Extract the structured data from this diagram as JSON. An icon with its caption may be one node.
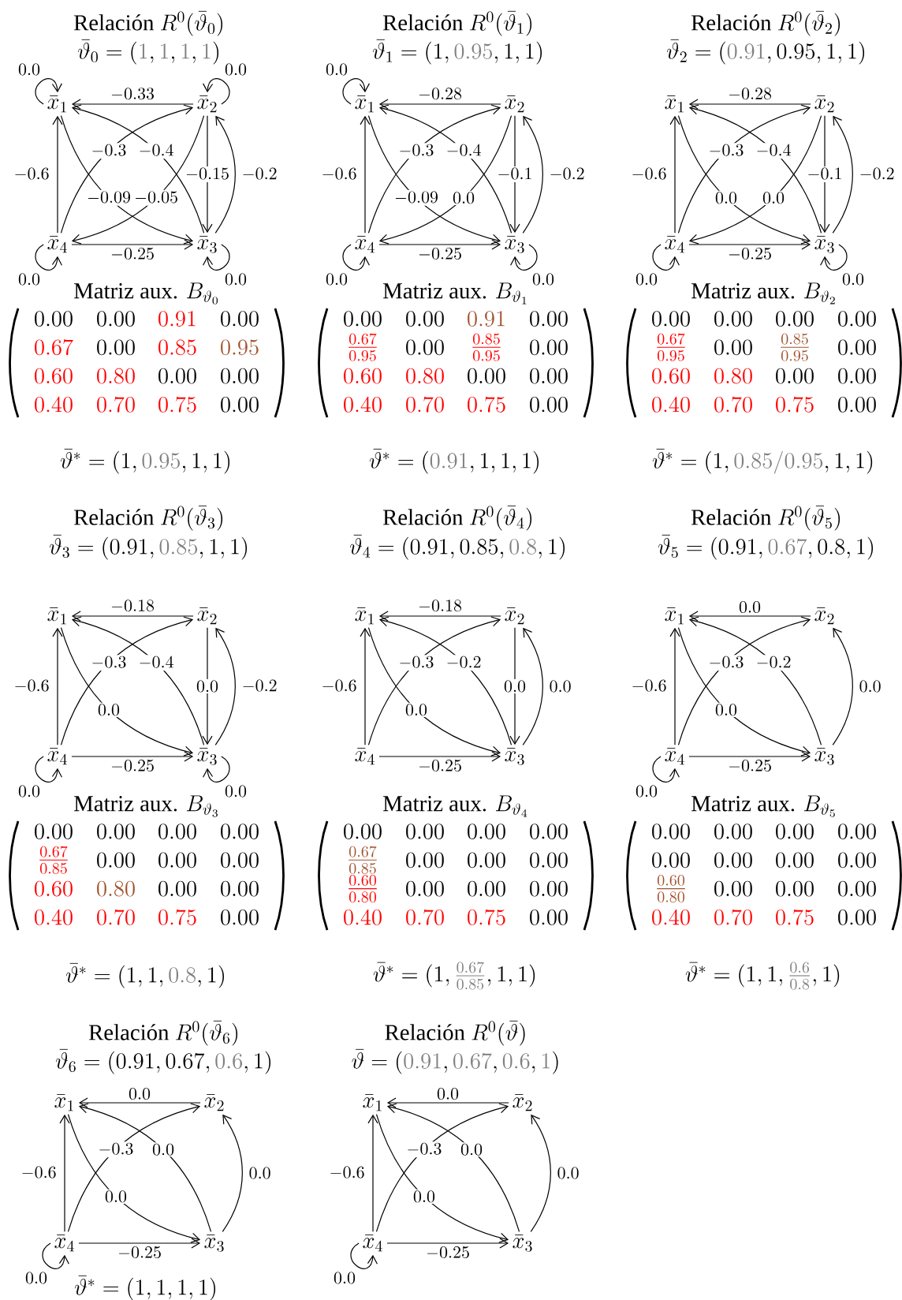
{
  "diagram": {
    "nodes": [
      {
        "text": [
          "\\bar{x}_1"
        ]
      },
      {
        "text": [
          "\\bar{x}_2"
        ]
      },
      {
        "text": [
          "\\bar{x}_4"
        ]
      },
      {
        "text": [
          "\\bar{x}_3"
        ]
      },
      {
        "text": [
          "\\bar{x}_1"
        ]
      },
      {
        "text": [
          "\\bar{x}_2"
        ]
      },
      {
        "text": [
          "\\bar{x}_4"
        ]
      },
      {
        "text": [
          "\\bar{x}_3"
        ]
      },
      {
        "text": [
          "\\bar{x}_1"
        ]
      },
      {
        "text": [
          "\\bar{x}_2"
        ]
      },
      {
        "text": [
          "\\bar{x}_4"
        ]
      },
      {
        "text": [
          "\\bar{x}_3"
        ]
      },
      {
        "text": [
          "\\bar{x}_1"
        ]
      },
      {
        "text": [
          "\\bar{x}_2"
        ]
      },
      {
        "text": [
          "\\bar{x}_4"
        ]
      },
      {
        "text": [
          "\\bar{x}_3"
        ]
      },
      {
        "text": [
          "\\bar{x}_1"
        ]
      },
      {
        "text": [
          "\\bar{x}_2"
        ]
      },
      {
        "text": [
          "\\bar{x}_4"
        ]
      },
      {
        "text": [
          "\\bar{x}_3"
        ]
      },
      {
        "text": [
          "\\bar{x}_1"
        ]
      },
      {
        "text": [
          "\\bar{x}_2"
        ]
      },
      {
        "text": [
          "\\bar{x}_4"
        ]
      },
      {
        "text": [
          "\\bar{x}_3"
        ]
      },
      {
        "text": [
          "\\bar{x}_1"
        ]
      },
      {
        "text": [
          "\\bar{x}_2"
        ]
      },
      {
        "text": [
          "\\bar{x}_4"
        ]
      },
      {
        "text": [
          "\\bar{x}_3"
        ]
      },
      {
        "text": [
          "\\bar{x}_1"
        ]
      },
      {
        "text": [
          "\\bar{x}_2"
        ]
      },
      {
        "text": [
          "\\bar{x}_4"
        ]
      },
      {
        "text": [
          "\\bar{x}_3"
        ]
      }
    ],
    "edges": [
      {
        "from": 0,
        "to": 0,
        "arrow": "to",
        "label": "0.0"
      },
      {
        "from": 1,
        "to": 1,
        "arrow": "to",
        "label": "0.0"
      },
      {
        "from": 2,
        "to": 2,
        "arrow": "to",
        "label": "0.0"
      },
      {
        "from": 3,
        "to": 3,
        "arrow": "to",
        "label": "0.0"
      },
      {
        "from": 1,
        "to": 0,
        "arrow": "to",
        "label": "-0.33"
      },
      {
        "from": 2,
        "to": 0,
        "arrow": "to",
        "label": "-0.6"
      },
      {
        "from": 1,
        "to": 3,
        "arrow": "to",
        "label": "-0.15"
      },
      {
        "from": 3,
        "to": 1,
        "arrow": "to",
        "label": "-0.2"
      },
      {
        "from": 2,
        "to": 3,
        "arrow": "to",
        "label": "-0.25"
      },
      {
        "from": 2,
        "to": 1,
        "arrow": "to",
        "label": "-0.3"
      },
      {
        "from": 3,
        "to": 0,
        "arrow": "to",
        "label": "-0.4"
      },
      {
        "from": 0,
        "to": 3,
        "arrow": "to",
        "label": "-0.09"
      },
      {
        "from": 1,
        "to": 2,
        "arrow": "to",
        "label": "-0.05"
      },
      {
        "from": 4,
        "to": 4,
        "arrow": "to",
        "label": "0.0"
      },
      {
        "from": 6,
        "to": 6,
        "arrow": "to",
        "label": "0.0"
      },
      {
        "from": 7,
        "to": 7,
        "arrow": "to",
        "label": "0.0"
      },
      {
        "from": 5,
        "to": 4,
        "arrow": "to",
        "label": "-0.28"
      },
      {
        "from": 6,
        "to": 4,
        "arrow": "to",
        "label": "-0.6"
      },
      {
        "from": 5,
        "to": 7,
        "arrow": "to",
        "label": "-0.1"
      },
      {
        "from": 7,
        "to": 5,
        "arrow": "to",
        "label": "-0.2"
      },
      {
        "from": 6,
        "to": 7,
        "arrow": "to",
        "label": "-0.25"
      },
      {
        "from": 6,
        "to": 5,
        "arrow": "to",
        "label": "-0.3"
      },
      {
        "from": 7,
        "to": 4,
        "arrow": "to",
        "label": "-0.4"
      },
      {
        "from": 4,
        "to": 7,
        "arrow": "to",
        "label": "-0.09"
      },
      {
        "from": 5,
        "to": 6,
        "arrow": "to",
        "label": "0.0"
      },
      {
        "from": 10,
        "to": 10,
        "arrow": "to",
        "label": "0.0"
      },
      {
        "from": 11,
        "to": 11,
        "arrow": "to",
        "label": "0.0"
      },
      {
        "from": 9,
        "to": 8,
        "arrow": "to",
        "label": "-0.28"
      },
      {
        "from": 10,
        "to": 8,
        "arrow": "to",
        "label": "-0.6"
      },
      {
        "from": 9,
        "to": 11,
        "arrow": "to",
        "label": "-0.1"
      },
      {
        "from": 11,
        "to": 9,
        "arrow": "to",
        "label": "-0.2"
      },
      {
        "from": 10,
        "to": 11,
        "arrow": "to",
        "label": "-0.25"
      },
      {
        "from": 10,
        "to": 9,
        "arrow": "to",
        "label": "-0.3"
      },
      {
        "from": 11,
        "to": 8,
        "arrow": "to",
        "label": "-0.4"
      },
      {
        "from": 8,
        "to": 11,
        "arrow": "to",
        "label": "0.0"
      },
      {
        "from": 9,
        "to": 10,
        "arrow": "to",
        "label": "0.0"
      },
      {
        "from": 14,
        "to": 14,
        "arrow": "to",
        "label": "0.0"
      },
      {
        "from": 15,
        "to": 15,
        "arrow": "to",
        "label": "0.0"
      },
      {
        "from": 13,
        "to": 12,
        "arrow": "to",
        "label": "-0.18"
      },
      {
        "from": 14,
        "to": 12,
        "arrow": "to",
        "label": "-0.6"
      },
      {
        "from": 13,
        "to": 15,
        "arrow": "to",
        "label": "0.0"
      },
      {
        "from": 15,
        "to": 13,
        "arrow": "to",
        "label": "-0.2"
      },
      {
        "from": 14,
        "to": 15,
        "arrow": "to",
        "label": "-0.25"
      },
      {
        "from": 14,
        "to": 13,
        "arrow": "to",
        "label": "-0.3"
      },
      {
        "from": 15,
        "to": 12,
        "arrow": "to",
        "label": "-0.4"
      },
      {
        "from": 12,
        "to": 15,
        "arrow": "to",
        "label": "0.0"
      },
      {
        "from": 17,
        "to": 16,
        "arrow": "to",
        "label": "-0.18"
      },
      {
        "from": 18,
        "to": 16,
        "arrow": "to",
        "label": "-0.6"
      },
      {
        "from": 17,
        "to": 19,
        "arrow": "to",
        "label": "0.0"
      },
      {
        "from": 19,
        "to": 17,
        "arrow": "to",
        "label": "0.0"
      },
      {
        "from": 18,
        "to": 19,
        "arrow": "to",
        "label": "-0.25"
      },
      {
        "from": 18,
        "to": 17,
        "arrow": "to",
        "label": "-0.3"
      },
      {
        "from": 19,
        "to": 16,
        "arrow": "to",
        "label": "-0.2"
      },
      {
        "from": 16,
        "to": 19,
        "arrow": "to",
        "label": "0.0"
      },
      {
        "from": 22,
        "to": 22,
        "arrow": "to",
        "label": "0.0"
      },
      {
        "from": 21,
        "to": 20,
        "arrow": "to",
        "label": "0.0"
      },
      {
        "from": 22,
        "to": 20,
        "arrow": "to",
        "label": "-0.6"
      },
      {
        "from": 23,
        "to": 21,
        "arrow": "to",
        "label": "0.0"
      },
      {
        "from": 22,
        "to": 23,
        "arrow": "to",
        "label": "-0.25"
      },
      {
        "from": 22,
        "to": 21,
        "arrow": "to",
        "label": "-0.3"
      },
      {
        "from": 23,
        "to": 20,
        "arrow": "to",
        "label": "-0.2"
      },
      {
        "from": 20,
        "to": 23,
        "arrow": "to",
        "label": "0.0"
      },
      {
        "from": 26,
        "to": 26,
        "arrow": "to",
        "label": "0.0"
      },
      {
        "from": 25,
        "to": 24,
        "arrow": "to",
        "label": "0.0"
      },
      {
        "from": 26,
        "to": 24,
        "arrow": "to",
        "label": "-0.6"
      },
      {
        "from": 27,
        "to": 25,
        "arrow": "to",
        "label": "0.0"
      },
      {
        "from": 26,
        "to": 27,
        "arrow": "to",
        "label": "-0.25"
      },
      {
        "from": 26,
        "to": 25,
        "arrow": "to",
        "label": "-0.3"
      },
      {
        "from": 27,
        "to": 24,
        "arrow": "to",
        "label": "0.0"
      },
      {
        "from": 24,
        "to": 27,
        "arrow": "to",
        "label": "0.0"
      },
      {
        "from": 30,
        "to": 30,
        "arrow": "to",
        "label": "0.0"
      },
      {
        "from": 29,
        "to": 28,
        "arrow": "to",
        "label": "0.0"
      },
      {
        "from": 30,
        "to": 28,
        "arrow": "to",
        "label": "-0.6"
      },
      {
        "from": 31,
        "to": 29,
        "arrow": "to",
        "label": "0.0"
      },
      {
        "from": 30,
        "to": 31,
        "arrow": "to",
        "label": "-0.25"
      },
      {
        "from": 30,
        "to": 29,
        "arrow": "to",
        "label": "-0.3"
      },
      {
        "from": 31,
        "to": 28,
        "arrow": "to",
        "label": "0.0"
      },
      {
        "from": 28,
        "to": 31,
        "arrow": "to",
        "label": "0.0"
      }
    ],
    "labels": [
      "\\text{Relación } R^0(\\bar{\\vartheta}_0)",
      "\\bar{\\vartheta}_0 = ({\\color{gray}1}, {\\color{gray}1}, {\\color{gray}1}, {\\color{gray}1})",
      "\\text{Matriz aux. } B_{\\vartheta_0}",
      "0.00",
      "0.00",
      "0.91",
      "0.00",
      "0.67",
      "0.00",
      "0.85",
      "0.95",
      "0.60",
      "0.80",
      "0.00",
      "0.00",
      "0.40",
      "0.70",
      "0.75",
      "0.00",
      "\\bar{\\vartheta}^* = (1, {\\color{gray}0.95}, 1, 1)",
      "\\text{Relación } R^0(\\bar{\\vartheta}_1)",
      "\\bar{\\vartheta}_1 = (1, {\\color{gray}0.95}, 1, 1)",
      "\\text{Matriz aux. } B_{\\vartheta_1}",
      "0.00",
      "0.00",
      "0.91",
      "0.00",
      "\\frac{0.67}{0.95}",
      "0.00",
      "\\frac{0.85}{0.95}",
      "0.00",
      "0.60",
      "0.80",
      "0.00",
      "0.00",
      "0.40",
      "0.70",
      "0.75",
      "0.00",
      "\\bar{\\vartheta}^* = ({\\color{gray}0.91}, 1, 1, 1)",
      "\\text{Relación } R^0(\\bar{\\vartheta}_2)",
      "\\bar{\\vartheta}_2 = ({\\color{gray}0.91}, 0.95, 1, 1)",
      "\\text{Matriz aux. } B_{\\vartheta_2}",
      "0.00",
      "0.00",
      "0.00",
      "0.00",
      "\\frac{0.67}{0.95}",
      "0.00",
      "\\frac{0.85}{0.95}",
      "0.00",
      "0.60",
      "0.80",
      "0.00",
      "0.00",
      "0.40",
      "0.70",
      "0.75",
      "0.00",
      "\\bar{\\vartheta}^* = (1, {\\color{gray}0.85/0.95}, 1, 1)",
      "\\text{Relación } R^0(\\bar{\\vartheta}_3)",
      "\\bar{\\vartheta}_3 = (0.91, {\\color{gray}0.85}, 1, 1)",
      "\\text{Matriz aux. } B_{\\vartheta_3}",
      "0.00",
      "0.00",
      "0.00",
      "0.00",
      "\\frac{0.67}{0.85}",
      "0.00",
      "0.00",
      "0.00",
      "0.60",
      "0.80",
      "0.00",
      "0.00",
      "0.40",
      "0.70",
      "0.75",
      "0.00",
      "\\bar{\\vartheta}^* = (1, 1, {\\color{gray}0.8}, 1)",
      "\\text{Relación } R^0(\\bar{\\vartheta}_4)",
      "\\bar{\\vartheta}_4 = (0.91, 0.85, {\\color{gray}0.8}, 1)",
      "\\text{Matriz aux. } B_{\\vartheta_4}",
      "0.00",
      "0.00",
      "0.00",
      "0.00",
      "\\frac{0.67}{0.85}",
      "0.00",
      "0.00",
      "0.00",
      "\\frac{0.60}{0.80}",
      "0.00",
      "0.00",
      "0.00",
      "0.40",
      "0.70",
      "0.75",
      "0.00",
      "\\bar{\\vartheta}^* = (1, {\\color{gray}\\frac{0.67}{0.85}}, 1, 1)",
      "\\text{Relación } R^0(\\bar{\\vartheta}_5)",
      "\\bar{\\vartheta}_5 = (0.91, {\\color{gray}0.67}, 0.8, 1)",
      "\\text{Matriz aux. } B_{\\vartheta_5}",
      "0.00",
      "0.00",
      "0.00",
      "0.00",
      "0.00",
      "0.00",
      "0.00",
      "0.00",
      "\\frac{0.60}{0.80}",
      "0.00",
      "0.00",
      "0.00",
      "0.40",
      "0.70",
      "0.75",
      "0.00",
      "\\bar{\\vartheta}^* = (1, 1, {\\color{gray}\\frac{0.6}{0.8}}, 1)",
      "\\text{Relación } R^0(\\bar{\\vartheta}_6)",
      "\\bar{\\vartheta}_6 = (0.91, 0.67, {\\color{gray}0.6}, 1)",
      "\\bar{\\vartheta}^* = (1, 1, 1, 1)",
      "\\text{Relación } R^0(\\bar{\\vartheta})",
      "\\bar{\\vartheta} = ({\\color{gray}0.91}, {\\color{gray}0.67}, {\\color{gray}0.6}, {\\color{gray}1})"
    ]
  }
}
